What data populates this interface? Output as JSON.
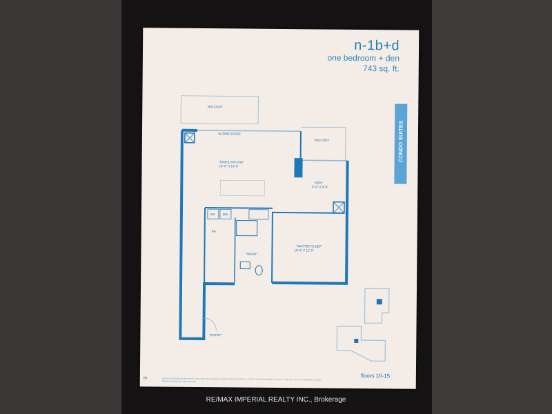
{
  "header": {
    "unit_name": "n-1b+d",
    "unit_type": "one bedroom + den",
    "area": "743 sq. ft."
  },
  "side_tab": {
    "label": "CONDO SUITES"
  },
  "plan_labels": {
    "balcony_main": "BALCONY",
    "balcony_small": "BALCONY",
    "sliding_door": "SLIDING DOOR",
    "dining_name": "\"DINE/LIV/COOK\"",
    "dining_dims": "18'-9\" X 16'-0\"",
    "den_name": "\"DEN\"",
    "den_dims": "6'-9\" X 6'-6\"",
    "master_name": "\"MASTER SLEEP\"",
    "master_dims": "10'-8\" X 12'-5\"",
    "wash": "\"WASH\"",
    "wic": "W/I",
    "dw": "DW",
    "fr": "FR",
    "entry": "\"ENTRY\""
  },
  "footer": {
    "page_number": "66",
    "disclaimer": "Plans & illustrations are artist's concept and subject to change without notice. E. & O.E. Actual usable floor space may vary from the stated floor area. Measurements are approximate.",
    "floors": "floors 10-15"
  },
  "watermark": "RE/MAX IMPERIAL REALTY INC., Brokerage",
  "colors": {
    "wall_blue": "#1e78b8",
    "label_blue": "#1f6fa8",
    "tab_blue": "#5ba5d6",
    "paper": "#f4ece6"
  }
}
